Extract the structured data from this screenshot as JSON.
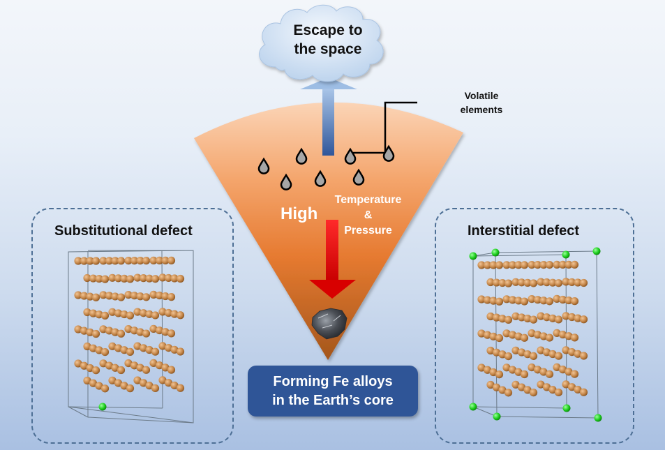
{
  "cloud": {
    "line1": "Escape to",
    "line2": "the space"
  },
  "callout": {
    "line1": "Volatile",
    "line2": "elements"
  },
  "cone": {
    "high_label": "High",
    "tp_line1": "Temperature",
    "tp_line2": "&",
    "tp_line3": "Pressure"
  },
  "core_label": {
    "line1": "Forming Fe alloys",
    "line2": "in the Earth’s core"
  },
  "left_panel": {
    "title": "Substitutional defect"
  },
  "right_panel": {
    "title": "Interstitial defect"
  },
  "colors": {
    "cone_top": "#f8c8a4",
    "cone_mid": "#ee8b45",
    "cone_bottom": "#a85a1e",
    "up_arrow": "#4f7fc0",
    "down_arrow": "#e00000",
    "label_box": "#2f5597",
    "fe_atom": "#c8884a",
    "dopant_atom": "#22cc22"
  }
}
